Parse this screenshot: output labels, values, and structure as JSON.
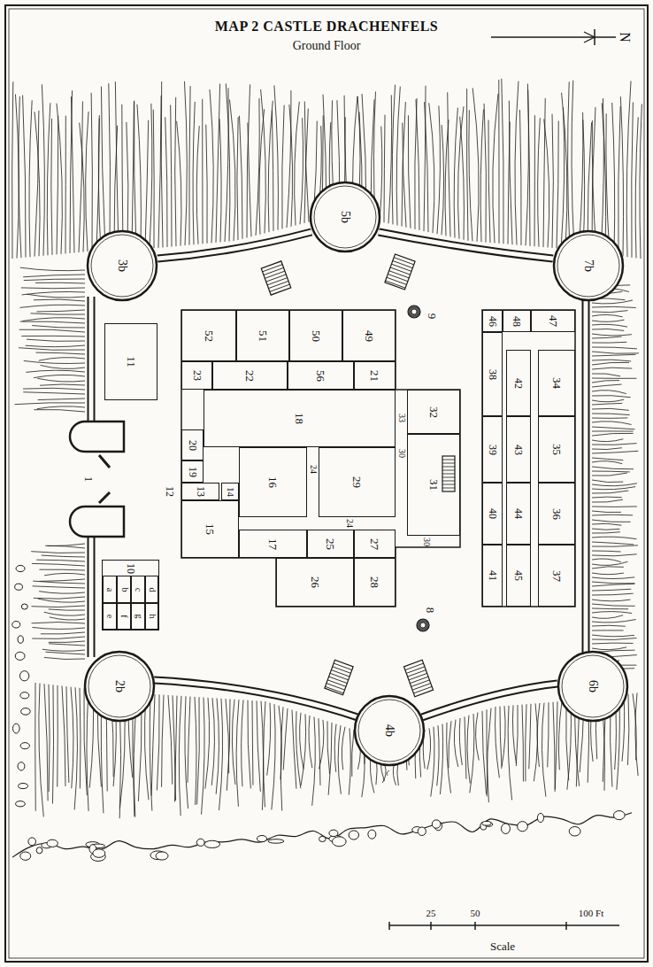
{
  "diagram": {
    "title": "MAP 2 CASTLE DRACHENFELS",
    "nodes": [
      {
        "text": [
          "3b"
        ]
      },
      {
        "text": [
          "5b"
        ]
      },
      {
        "text": [
          "7b"
        ]
      },
      {
        "text": [
          "52"
        ]
      },
      {
        "text": [
          "51"
        ]
      },
      {
        "text": [
          "50"
        ]
      },
      {
        "text": [
          "49"
        ]
      },
      {
        "text": [
          "46"
        ]
      },
      {
        "text": [
          "48"
        ]
      },
      {
        "text": [
          "47"
        ]
      },
      {
        "text": [
          "11"
        ]
      },
      {
        "text": [
          "23"
        ]
      },
      {
        "text": [
          "22"
        ]
      },
      {
        "text": [
          "56"
        ]
      },
      {
        "text": [
          "21"
        ]
      },
      {
        "text": [
          "38"
        ]
      },
      {
        "text": [
          "42"
        ]
      },
      {
        "text": [
          "34"
        ]
      },
      {
        "text": [
          "32"
        ]
      },
      {
        "text": [
          "18"
        ]
      },
      {
        "text": [
          "20"
        ]
      },
      {
        "text": [
          "39"
        ]
      },
      {
        "text": [
          "43"
        ]
      },
      {
        "text": [
          "35"
        ]
      },
      {
        "text": [
          "16"
        ]
      },
      {
        "text": [
          "29"
        ]
      },
      {
        "text": [
          "19"
        ]
      },
      {
        "text": [
          "13"
        ]
      },
      {
        "text": [
          "14"
        ]
      },
      {
        "text": [
          "31"
        ]
      },
      {
        "text": [
          "15"
        ]
      },
      {
        "text": [
          "40"
        ]
      },
      {
        "text": [
          "44"
        ]
      },
      {
        "text": [
          "36"
        ]
      },
      {
        "text": [
          "17"
        ]
      },
      {
        "text": [
          "25"
        ]
      },
      {
        "text": [
          "27"
        ]
      },
      {
        "text": [
          "41"
        ]
      },
      {
        "text": [
          "45"
        ]
      },
      {
        "text": [
          "37"
        ]
      },
      {
        "text": [
          "10"
        ]
      },
      {
        "text": [
          "a"
        ],
        "in": 40
      },
      {
        "text": [
          "b"
        ],
        "in": 40
      },
      {
        "text": [
          "c"
        ],
        "in": 40
      },
      {
        "text": [
          "d"
        ],
        "in": 40
      },
      {
        "text": [
          "e"
        ],
        "in": 40
      },
      {
        "text": [
          "f"
        ],
        "in": 40
      },
      {
        "text": [
          "g"
        ],
        "in": 40
      },
      {
        "text": [
          "h"
        ],
        "in": 40
      },
      {
        "text": [
          "26"
        ]
      },
      {
        "text": [
          "28"
        ]
      },
      {
        "text": [
          "2b"
        ]
      },
      {
        "text": [
          "6b"
        ]
      },
      {
        "text": [
          "4b"
        ]
      }
    ],
    "labels": [
      "Ground Floor",
      "N",
      "9",
      "33",
      "30",
      "24",
      "1",
      "12",
      "24",
      "30",
      "8",
      "25",
      "50",
      "100 Ft",
      "Scale"
    ]
  }
}
